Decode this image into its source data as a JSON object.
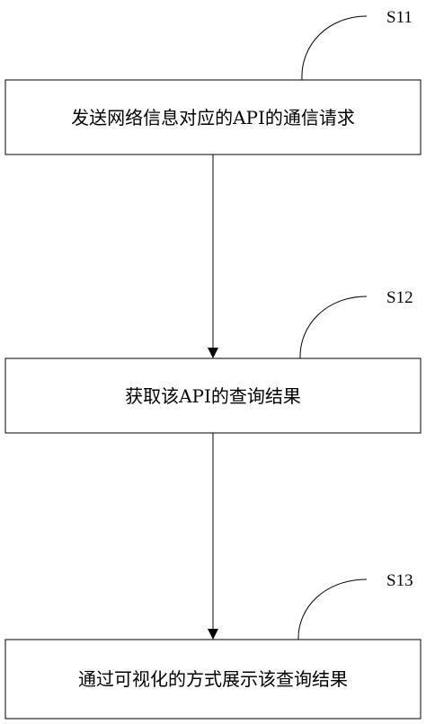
{
  "steps": [
    {
      "label": "S11",
      "text": "发送网络信息对应的API的通信请求"
    },
    {
      "label": "S12",
      "text": "获取该API的查询结果"
    },
    {
      "label": "S13",
      "text": "通过可视化的方式展示该查询结果"
    }
  ],
  "colors": {
    "stroke": "#000000",
    "background": "#ffffff"
  }
}
